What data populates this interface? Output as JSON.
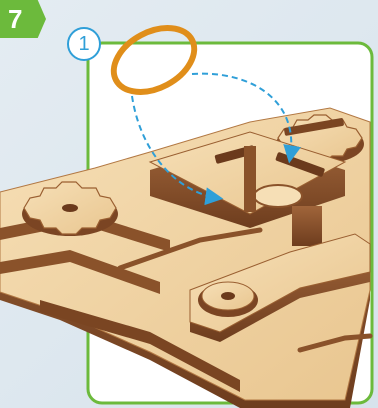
{
  "step": {
    "number": "7"
  },
  "callout": {
    "number": "1"
  },
  "colors": {
    "background": "#dde7ef",
    "frame_border": "#6cba3c",
    "frame_fill": "#ffffff",
    "step_badge": "#6cba3c",
    "callout_circle": "#2f9fd8",
    "rubber_band": "#e08e1a",
    "arrows": "#2f9fd8",
    "wood_light": "#f2d7a8",
    "wood_mid": "#e3bd86",
    "wood_edge": "#9a5f31",
    "wood_dark": "#6b3a1c"
  },
  "icons": {
    "rubber_band": "rubber-band-ring",
    "arrow_to_right_gear": "dashed-curved-arrow",
    "arrow_to_center_peg": "dashed-curved-arrow"
  }
}
